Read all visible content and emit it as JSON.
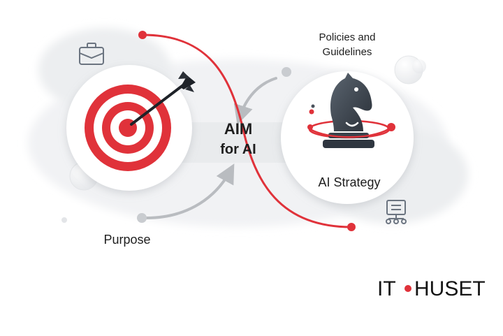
{
  "center": {
    "line1": "AIM",
    "line2": "for AI"
  },
  "labels": {
    "policies_line1": "Policies and",
    "policies_line2": "Guidelines",
    "strategy": "AI Strategy",
    "purpose": "Purpose"
  },
  "logo": {
    "left": "IT",
    "right": "HUSET"
  },
  "colors": {
    "accent_red": "#e0323a",
    "dark": "#2f3640",
    "grey_arrow": "#b9bcc0",
    "soft_bg": "#eef0f2"
  },
  "icons": {
    "top_left": "briefcase-icon",
    "left_circle": "target-with-arrow-icon",
    "right_circle": "chess-knight-icon",
    "bottom_right": "org-chart-document-icon"
  }
}
